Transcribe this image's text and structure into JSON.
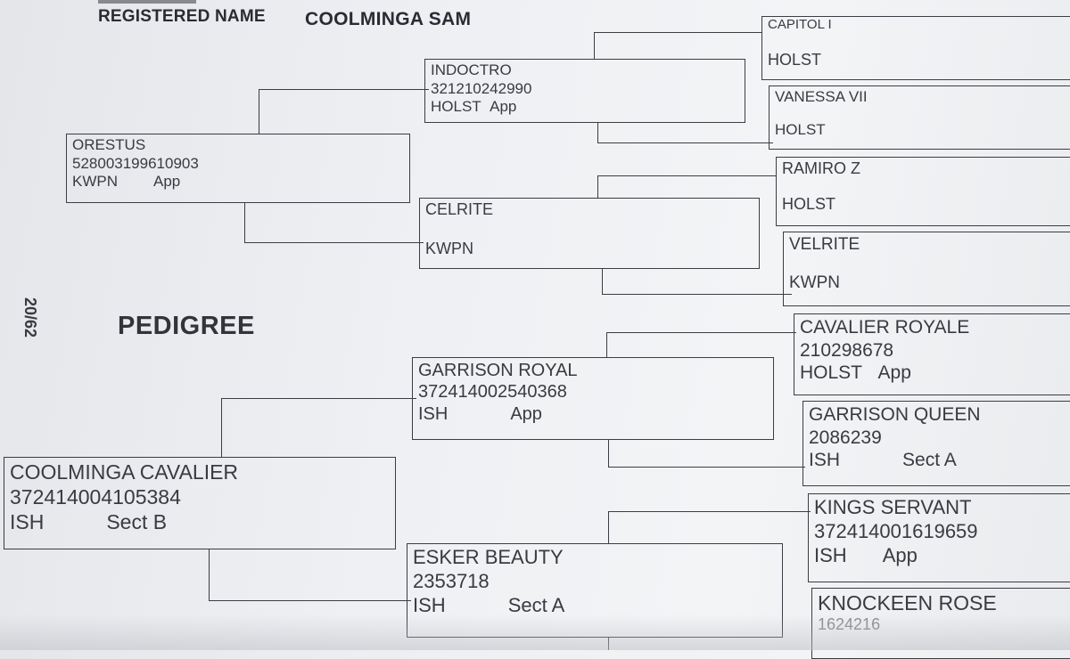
{
  "header": {
    "label": "REGISTERED NAME",
    "name": "COOLMINGA SAM"
  },
  "side_code": "20/62",
  "section_title": "PEDIGREE",
  "pedigree": {
    "sire": {
      "name": "ORESTUS",
      "id": "528003199610903",
      "studbook": "KWPN",
      "status": "App"
    },
    "sire_sire": {
      "name": "INDOCTRO",
      "id": "321210242990",
      "studbook": "HOLST",
      "status": "App"
    },
    "sire_dam": {
      "name": "CELRITE",
      "studbook": "KWPN"
    },
    "sss": {
      "name": "CAPITOL I",
      "studbook": "HOLST"
    },
    "ssd": {
      "name": "VANESSA VII",
      "studbook": "HOLST"
    },
    "sds": {
      "name": "RAMIRO Z",
      "studbook": "HOLST"
    },
    "sdd": {
      "name": "VELRITE",
      "studbook": "KWPN"
    },
    "dam": {
      "name": "COOLMINGA CAVALIER",
      "id": "372414004105384",
      "studbook": "ISH",
      "status": "Sect B"
    },
    "dam_sire": {
      "name": "GARRISON ROYAL",
      "id": "372414002540368",
      "studbook": "ISH",
      "status": "App"
    },
    "dam_dam": {
      "name": "ESKER BEAUTY",
      "id": "2353718",
      "studbook": "ISH",
      "status": "Sect A"
    },
    "dss": {
      "name": "CAVALIER ROYALE",
      "id": "210298678",
      "studbook": "HOLST",
      "status": "App"
    },
    "dsd": {
      "name": "GARRISON QUEEN",
      "id": "2086239",
      "studbook": "ISH",
      "status": "Sect A"
    },
    "dds": {
      "name": "KINGS SERVANT",
      "id": "372414001619659",
      "studbook": "ISH",
      "status": "App"
    },
    "ddd": {
      "name": "KNOCKEEN ROSE",
      "id": "1624216"
    }
  }
}
